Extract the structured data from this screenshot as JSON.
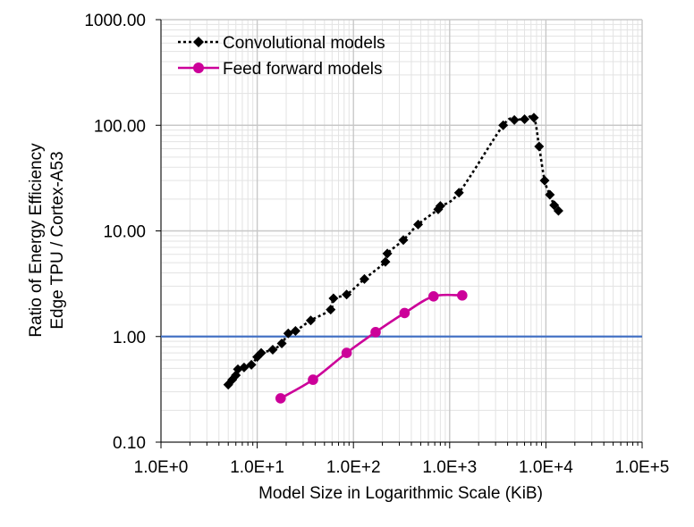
{
  "chart_data": {
    "type": "scatter",
    "x_scale": "log",
    "y_scale": "log",
    "xlim": [
      1,
      100000
    ],
    "ylim": [
      0.1,
      1000
    ],
    "grid": true,
    "legend_position": "top-left",
    "xlabel": "Model Size in Logarithmic Scale (KiB)",
    "ylabel_lines": [
      "Ratio of Energy Efficiency",
      "Edge TPU / Cortex-A53"
    ],
    "x_ticks": [
      1,
      10,
      100,
      1000,
      10000,
      100000
    ],
    "x_tick_labels": [
      "1.0E+0",
      "1.0E+1",
      "1.0E+2",
      "1.0E+3",
      "1.0E+4",
      "1.0E+5"
    ],
    "y_ticks": [
      0.1,
      1,
      10,
      100,
      1000
    ],
    "y_tick_labels": [
      "0.10",
      "1.00",
      "10.00",
      "100.00",
      "1000.00"
    ],
    "reference_line": {
      "y": 1.0,
      "color": "#4472C4"
    },
    "series": [
      {
        "name": "Convolutional models",
        "color": "#000000",
        "marker": "diamond",
        "line": "dotted",
        "x": [
          5.0,
          5.5,
          6.0,
          6.3,
          7.3,
          8.7,
          10.0,
          11.0,
          14.5,
          18.0,
          21.0,
          25.0,
          36.0,
          58.0,
          62.0,
          85.0,
          130.0,
          215.0,
          225.0,
          330.0,
          470.0,
          760.0,
          800.0,
          1250.0,
          3600.0,
          4700.0,
          6000.0,
          7500.0,
          8500.0,
          9700.0,
          11000.0,
          12200.0,
          13500.0
        ],
        "y": [
          0.35,
          0.39,
          0.43,
          0.49,
          0.51,
          0.54,
          0.64,
          0.7,
          0.75,
          0.86,
          1.07,
          1.13,
          1.42,
          1.8,
          2.3,
          2.5,
          3.5,
          5.1,
          6.1,
          8.2,
          11.5,
          16,
          17.2,
          23,
          100,
          112,
          114,
          118,
          63,
          30,
          22,
          17.5,
          15.5
        ]
      },
      {
        "name": "Feed forward models",
        "color": "#CC0099",
        "marker": "circle",
        "line": "solid",
        "x": [
          17.5,
          38,
          85,
          170,
          340,
          680,
          1350
        ],
        "y": [
          0.26,
          0.39,
          0.7,
          1.1,
          1.67,
          2.4,
          2.45
        ]
      }
    ]
  }
}
